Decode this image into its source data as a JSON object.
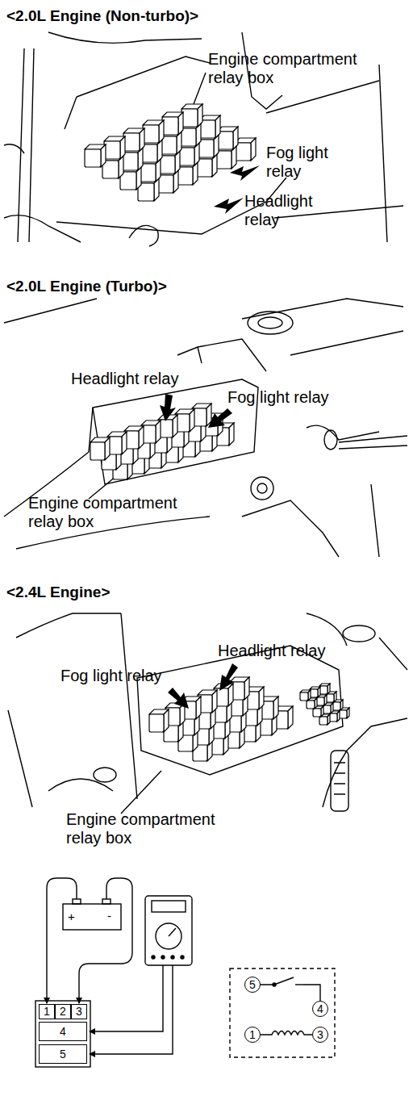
{
  "diagram": {
    "nodes": [
      {
        "text": [
          "1"
        ]
      },
      {
        "text": [
          "2"
        ]
      },
      {
        "text": [
          "3"
        ]
      },
      {
        "text": [
          "4"
        ]
      },
      {
        "text": [
          "5"
        ]
      },
      {
        "text": [
          "5"
        ]
      },
      {
        "text": [
          "4"
        ]
      },
      {
        "text": [
          "1"
        ]
      },
      {
        "text": [
          "3"
        ]
      }
    ],
    "edges": [
      {
        "from": 5,
        "to": 6,
        "arrow": "none"
      },
      {
        "from": 7,
        "to": 8,
        "arrow": "none"
      }
    ],
    "labels": [
      "<2.0L Engine (Non-turbo)>",
      "Engine compartment relay box",
      "Fog light relay",
      "Headlight relay",
      "<2.0L Engine (Turbo)>",
      "Headlight relay",
      "Fog light relay",
      "Engine compartment relay box",
      "<2.4L Engine>",
      "Headlight relay",
      "Fog light relay",
      "Engine compartment relay box",
      "+",
      "-"
    ]
  }
}
